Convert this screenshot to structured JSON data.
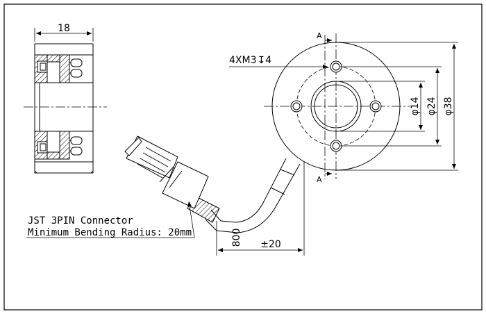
{
  "side_view": {
    "width_dim": "18"
  },
  "section_marks": {
    "top": "A",
    "bottom": "A"
  },
  "holes": {
    "callout": "4XM3",
    "depth_symbol": "↧",
    "depth": "4"
  },
  "diameters": {
    "inner": "φ14",
    "middle": "φ24",
    "outer": "φ38"
  },
  "cable": {
    "length": "800",
    "tolerance": "±20"
  },
  "connector": {
    "line1": "JST 3PIN Connector",
    "line2": "Minimum Bending Radius: 20mm"
  }
}
